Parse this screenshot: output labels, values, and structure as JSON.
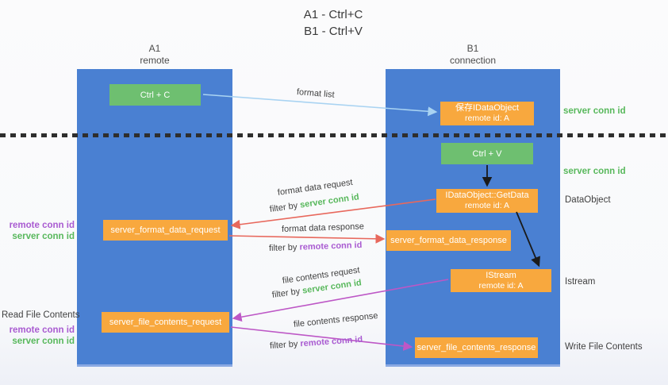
{
  "title": {
    "line1": "A1 - Ctrl+C",
    "line2": "B1 - Ctrl+V"
  },
  "lanes": {
    "left": {
      "name": "A1",
      "role": "remote"
    },
    "right": {
      "name": "B1",
      "role": "connection"
    }
  },
  "nodes": {
    "ctrl_c": {
      "label": "Ctrl + C"
    },
    "ctrl_v": {
      "label": "Ctrl + V"
    },
    "save_dataobject": {
      "line1": "保存IDataObject",
      "line2": "remote id: A"
    },
    "getdata": {
      "line1": "IDataObject::GetData",
      "line2": "remote id: A"
    },
    "istream": {
      "line1": "IStream",
      "line2": "remote id: A"
    },
    "server_format_data_request": {
      "label": "server_format_data_request"
    },
    "server_format_data_response": {
      "label": "server_format_data_response"
    },
    "server_file_contents_request": {
      "label": "server_file_contents_request"
    },
    "server_file_contents_response": {
      "label": "server_file_contents_response"
    }
  },
  "arrow_labels": {
    "format_list": "format list",
    "format_data_request": "format data request",
    "format_data_response": "format data response",
    "file_contents_request": "file contents request",
    "file_contents_response": "file contents response",
    "filter_by": "filter by",
    "server_conn_id": "server conn id",
    "remote_conn_id": "remote conn id"
  },
  "side_labels": {
    "server_conn_id": "server conn id",
    "remote_conn_id": "remote conn id",
    "dataobject": "DataObject",
    "istream": "Istream",
    "read_file_contents": "Read File Contents",
    "write_file_contents": "Write File Contents"
  },
  "colors": {
    "lane_blue": "#4a80d2",
    "box_green": "#6ebf70",
    "box_orange": "#f8a83e",
    "text_green": "#58b85c",
    "text_purple": "#a95bd1",
    "arrow_red": "#e8685c",
    "arrow_orchid": "#bd57c6",
    "arrow_blue": "#a9d3f2",
    "arrow_black": "#1a1a1a"
  }
}
